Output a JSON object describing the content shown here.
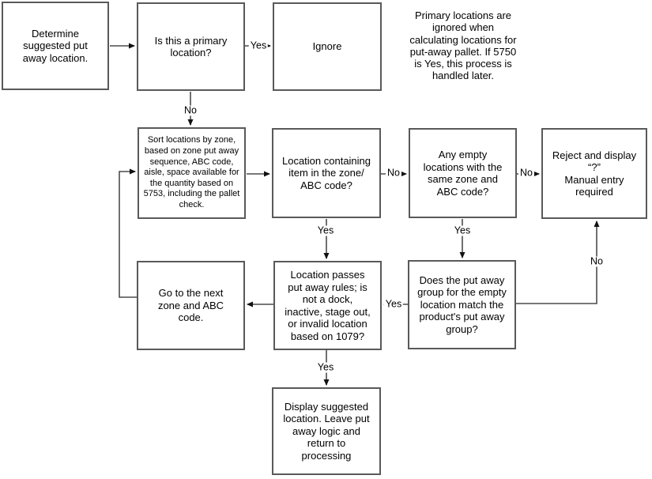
{
  "diagram_type": "flowchart",
  "colors": {
    "background": "#ffffff",
    "box_fill": "#ffffff",
    "box_border": "#595959",
    "connector": "#4c4c4c",
    "arrowhead": "#111111",
    "text": "#000000"
  },
  "boxes": {
    "determine": "Determine\nsuggested put\naway location.",
    "primary": "Is this a primary\nlocation?",
    "ignore": "Ignore",
    "sort": "Sort locations by zone,\nbased on zone put away\nsequence, ABC code,\naisle, space available for\nthe quantity based on\n5753, including the pallet\ncheck.",
    "containing": "Location containing\nitem in the zone/\nABC code?",
    "empty": "Any empty\nlocations with the\nsame zone and\nABC code?",
    "reject": "Reject and display\n“?”\nManual entry\nrequired",
    "next_zone": "Go to the next\nzone and ABC\ncode.",
    "passes": "Location passes\nput away rules; is\nnot a dock,\ninactive, stage out,\nor invalid location\nbased on 1079?",
    "group": "Does the put away\ngroup for the empty\nlocation match the\nproduct's put away\ngroup?",
    "display": "Display suggested\nlocation. Leave put\naway logic and\nreturn to\nprocessing"
  },
  "annotation": "Primary locations are\nignored when\ncalculating locations for\nput-away pallet. If 5750\nis Yes, this process is\nhandled later.",
  "edges": [
    {
      "from": "determine",
      "to": "primary",
      "label": ""
    },
    {
      "from": "primary",
      "to": "ignore",
      "label": "Yes"
    },
    {
      "from": "primary",
      "to": "sort",
      "label": "No"
    },
    {
      "from": "sort",
      "to": "containing",
      "label": ""
    },
    {
      "from": "containing",
      "to": "empty",
      "label": "No"
    },
    {
      "from": "empty",
      "to": "reject",
      "label": "No"
    },
    {
      "from": "containing",
      "to": "passes",
      "label": "Yes"
    },
    {
      "from": "empty",
      "to": "group",
      "label": "Yes"
    },
    {
      "from": "group",
      "to": "passes",
      "label": "Yes"
    },
    {
      "from": "passes",
      "to": "next_zone",
      "label": ""
    },
    {
      "from": "next_zone",
      "to": "sort",
      "label": ""
    },
    {
      "from": "passes",
      "to": "display",
      "label": "Yes"
    },
    {
      "from": "group",
      "to": "reject",
      "label": "No"
    }
  ]
}
